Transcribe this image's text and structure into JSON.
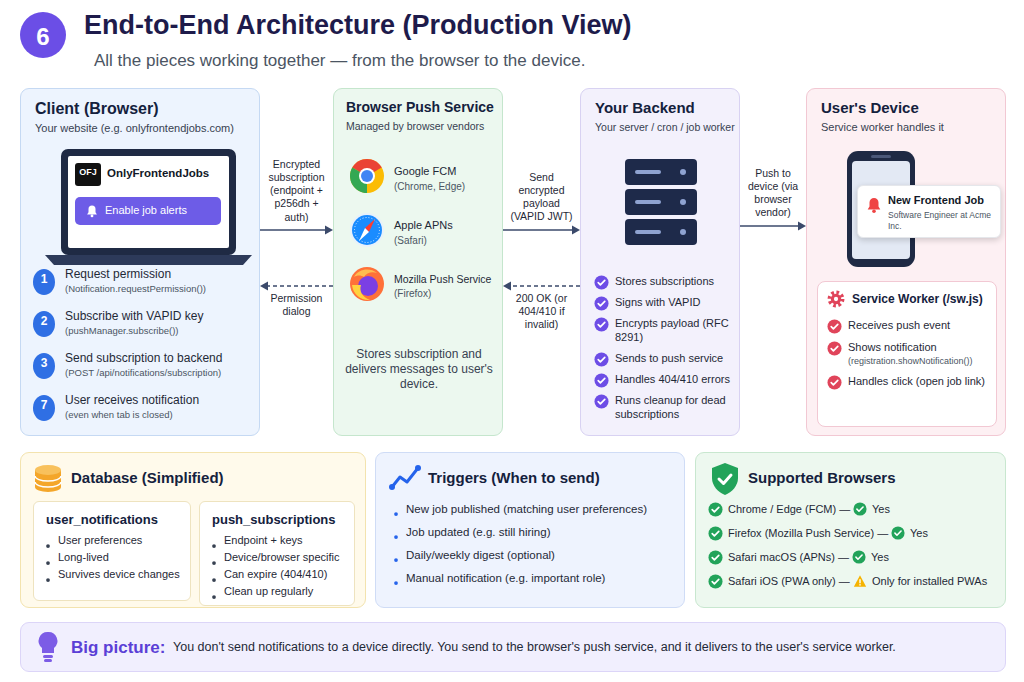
{
  "diagram": {
    "title": "End-to-End Architecture (Production View)",
    "caption": "All the pieces working together — from the browser to the device.",
    "nodes": [
      {
        "text": [
          "Client (Browser)",
          "Your website (e.g. onlyfrontendjobs.com)",
          "OnlyFrontendJobs",
          "Request permission",
          "(Notification.requestPermission())",
          "Subscribe with VAPID key",
          "(pushManager.subscribe())",
          "Send subscription to backend",
          "(POST /api/notifications/subscription)",
          "User receives notification",
          "(even when tab is closed)"
        ]
      },
      {
        "text": [
          "OFJ"
        ],
        "in": 0
      },
      {
        "text": [
          "Enable job alerts"
        ],
        "in": 0
      },
      {
        "text": [
          "1"
        ],
        "in": 0
      },
      {
        "text": [
          "2"
        ],
        "in": 0
      },
      {
        "text": [
          "3"
        ],
        "in": 0
      },
      {
        "text": [
          "7"
        ],
        "in": 0
      },
      {
        "text": [
          "Browser Push Service",
          "Managed by browser vendors",
          "Google FCM",
          "(Chrome, Edge)",
          "Apple APNs",
          "(Safari)",
          "Mozilla Push Service",
          "(Firefox)",
          "Stores subscription and delivers messages to user's device."
        ]
      },
      {
        "text": [
          "Your Backend",
          "Your server / cron / job worker",
          "Stores subscriptions",
          "Signs with VAPID",
          "Encrypts payload (RFC 8291)",
          "Sends to push service",
          "Handles 404/410 errors",
          "Runs cleanup for dead subscriptions"
        ]
      },
      {
        "text": [
          "User's Device",
          "Service worker handles it"
        ]
      },
      {
        "text": [
          "New Frontend Job",
          "Software Engineer at Acme Inc."
        ],
        "in": 9
      },
      {
        "text": [
          "Service Worker (/sw.js)",
          "Receives push event",
          "Shows notification",
          "(registration.showNotification())",
          "Handles click (open job link)"
        ],
        "in": 9
      },
      {
        "text": [
          "Database (Simplified)"
        ]
      },
      {
        "text": [
          "user_notifications",
          "User preferences",
          "Long-lived",
          "Survives device changes"
        ],
        "in": 12
      },
      {
        "text": [
          "push_subscriptions",
          "Endpoint + keys",
          "Device/browser specific",
          "Can expire (404/410)",
          "Clean up regularly"
        ],
        "in": 12
      },
      {
        "text": [
          "Triggers (When to send)",
          "New job published (matching user preferences)",
          "Job updated (e.g. still hiring)",
          "Daily/weekly digest (optional)",
          "Manual notification (e.g. important role)"
        ]
      },
      {
        "text": [
          "Supported Browsers",
          "Chrome / Edge (FCM) —",
          "Yes",
          "Firefox (Mozilla Push Service) —",
          "Yes",
          "Safari macOS (APNs) —",
          "Yes",
          "Safari iOS (PWA only) —",
          "Only for installed PWAs"
        ]
      },
      {
        "text": [
          "Big picture:",
          "You don't send notifications to a device directly. You send to the browser's push service, and it delivers to the user's service worker."
        ]
      }
    ],
    "edges": [
      {
        "from": 0,
        "to": 7,
        "arrow": "to",
        "label": "Encrypted subscription (endpoint + p256dh + auth)"
      },
      {
        "from": 7,
        "to": 0,
        "arrow": "to",
        "label": "Permission dialog"
      },
      {
        "from": 7,
        "to": 8,
        "arrow": "to",
        "label": "Send encrypted payload (VAPID JWT)"
      },
      {
        "from": 8,
        "to": 7,
        "arrow": "to",
        "label": "200 OK (or 404/410 if invalid)"
      },
      {
        "from": 8,
        "to": 9,
        "arrow": "to",
        "label": "Push to device (via browser vendor)"
      }
    ],
    "labels": [
      "6"
    ]
  }
}
